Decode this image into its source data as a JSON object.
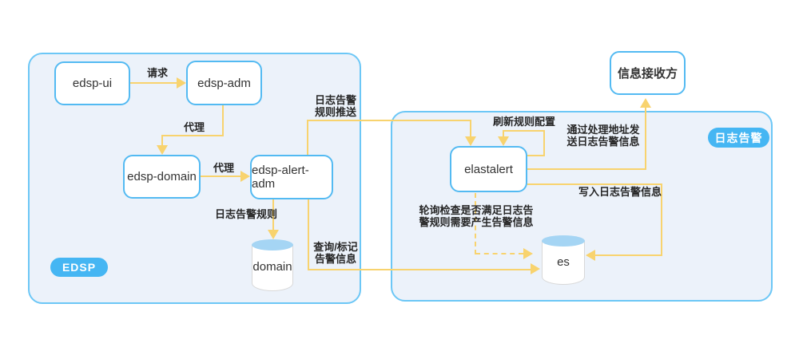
{
  "colors": {
    "arrow": "#F8D36E",
    "node_border": "#53BAF2",
    "group_border": "#6CC7F6",
    "group_fill": "#ECF2FA",
    "badge_fill": "#45B6F3",
    "cylinder_top": "#A5D5F4",
    "label_text": "#262626"
  },
  "groups": {
    "edsp": {
      "badge": "EDSP"
    },
    "log_alert": {
      "badge": "日志告警"
    }
  },
  "nodes": {
    "edsp_ui": "edsp-ui",
    "edsp_adm": "edsp-adm",
    "edsp_domain": "edsp-domain",
    "edsp_alert_adm": "edsp-alert-adm",
    "domain_db": "domain",
    "elastalert": "elastalert",
    "es_db": "es",
    "receiver": "信息接收方"
  },
  "edges": {
    "request": "请求",
    "proxy_adm": "代理",
    "proxy_domain": "代理",
    "log_alert_rule": "日志告警规则",
    "rule_push": "日志告警\n规则推送",
    "query_mark": "查询/标记\n告警信息",
    "refresh_rule": "刷新规则配置",
    "send_via_handler": "通过处理地址发\n送日志告警信息",
    "write_alert": "写入日志告警信息",
    "poll_check": "轮询检查是否满足日志告\n警规则需要产生告警信息"
  }
}
